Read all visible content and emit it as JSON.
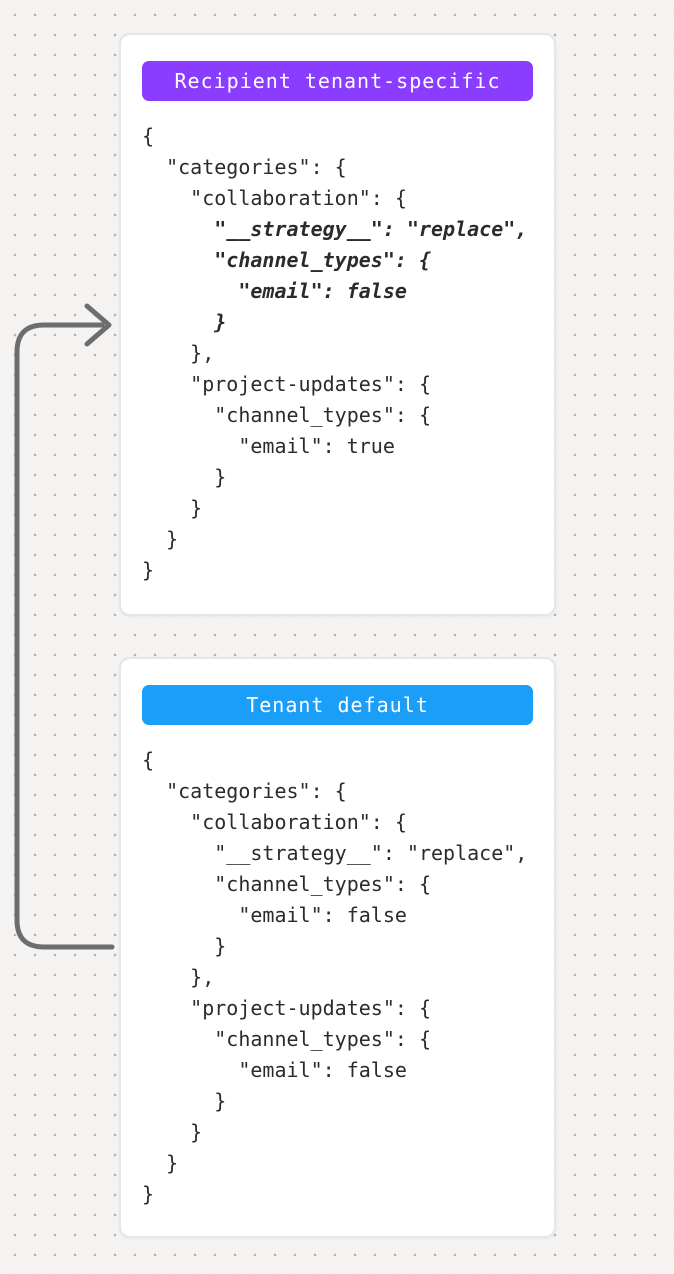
{
  "page": {
    "background_color": "#f4f3f2",
    "dot_color": "#b3b3b3"
  },
  "arrow": {
    "name": "merge-flow-arrow",
    "color": "#6d6d6d"
  },
  "cards": [
    {
      "badge": {
        "label": "Recipient tenant-specific",
        "color": "#8b3dff"
      },
      "code_lines": [
        {
          "text": "{",
          "emphasis": false
        },
        {
          "text": "  \"categories\": {",
          "emphasis": false
        },
        {
          "text": "    \"collaboration\": {",
          "emphasis": false
        },
        {
          "text": "      \"__strategy__\": \"replace\",",
          "emphasis": true
        },
        {
          "text": "      \"channel_types\": {",
          "emphasis": true
        },
        {
          "text": "        \"email\": false",
          "emphasis": true
        },
        {
          "text": "      }",
          "emphasis": true
        },
        {
          "text": "    },",
          "emphasis": false
        },
        {
          "text": "    \"project-updates\": {",
          "emphasis": false
        },
        {
          "text": "      \"channel_types\": {",
          "emphasis": false
        },
        {
          "text": "        \"email\": true",
          "emphasis": false
        },
        {
          "text": "      }",
          "emphasis": false
        },
        {
          "text": "    }",
          "emphasis": false
        },
        {
          "text": "  }",
          "emphasis": false
        },
        {
          "text": "}",
          "emphasis": false
        }
      ]
    },
    {
      "badge": {
        "label": "Tenant default",
        "color": "#1b9ef7"
      },
      "code_lines": [
        {
          "text": "{",
          "emphasis": false
        },
        {
          "text": "  \"categories\": {",
          "emphasis": false
        },
        {
          "text": "    \"collaboration\": {",
          "emphasis": false
        },
        {
          "text": "      \"__strategy__\": \"replace\",",
          "emphasis": false
        },
        {
          "text": "      \"channel_types\": {",
          "emphasis": false
        },
        {
          "text": "        \"email\": false",
          "emphasis": false
        },
        {
          "text": "      }",
          "emphasis": false
        },
        {
          "text": "    },",
          "emphasis": false
        },
        {
          "text": "    \"project-updates\": {",
          "emphasis": false
        },
        {
          "text": "      \"channel_types\": {",
          "emphasis": false
        },
        {
          "text": "        \"email\": false",
          "emphasis": false
        },
        {
          "text": "      }",
          "emphasis": false
        },
        {
          "text": "    }",
          "emphasis": false
        },
        {
          "text": "  }",
          "emphasis": false
        },
        {
          "text": "}",
          "emphasis": false
        }
      ]
    }
  ]
}
